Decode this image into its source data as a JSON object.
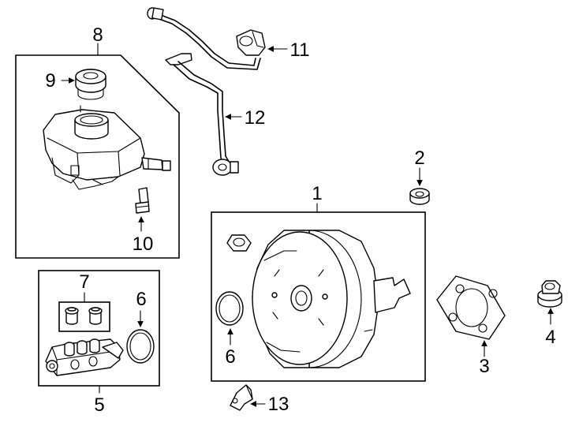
{
  "callouts": {
    "c1": "1",
    "c2": "2",
    "c3": "3",
    "c4": "4",
    "c5": "5",
    "c6a": "6",
    "c6b": "6",
    "c7": "7",
    "c8": "8",
    "c9": "9",
    "c10": "10",
    "c11": "11",
    "c12": "12",
    "c13": "13"
  },
  "icons": {
    "arrow": "arrow-pointer-icon"
  }
}
